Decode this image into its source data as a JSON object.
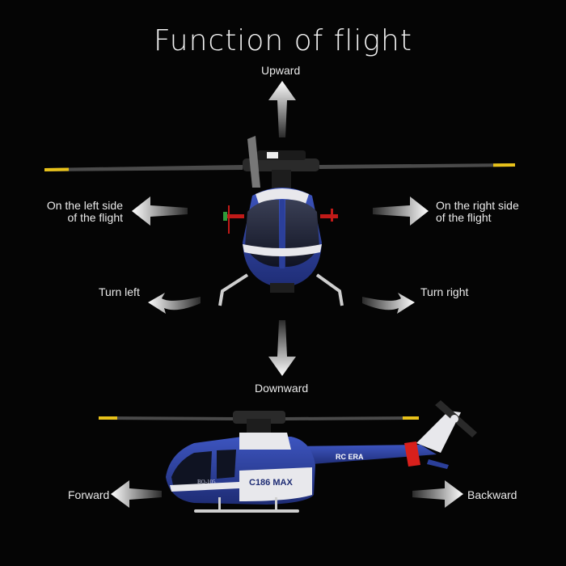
{
  "title": "Function of flight",
  "labels": {
    "upward": "Upward",
    "downward": "Downward",
    "left_side_line1": "On the left side",
    "left_side_line2": "of the flight",
    "right_side_line1": "On the right side",
    "right_side_line2": "of the flight",
    "turn_left": "Turn left",
    "turn_right": "Turn right",
    "forward": "Forward",
    "backward": "Backward"
  },
  "helicopter_markings": {
    "brand": "RC ERA",
    "model": "C186 MAX",
    "tail_number": "BO-105"
  },
  "colors": {
    "background": "#050505",
    "body_blue": "#2b3f9a",
    "body_white": "#e8e8ec",
    "accent_red": "#d8201c",
    "blade_tip": "#e8c21a",
    "arrow": "#ffffff"
  }
}
